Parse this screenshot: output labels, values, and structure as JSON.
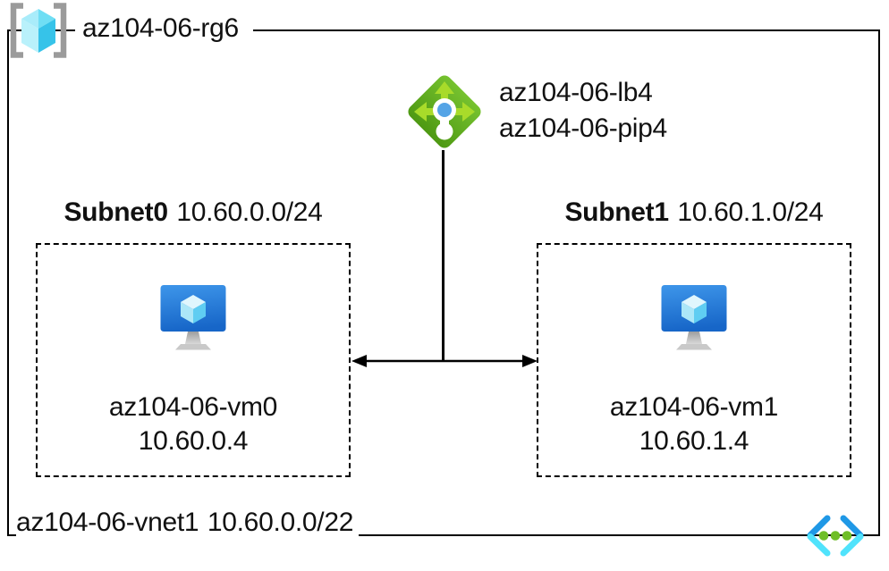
{
  "resource_group": {
    "name": "az104-06-rg6"
  },
  "load_balancer": {
    "name": "az104-06-lb4",
    "public_ip": "az104-06-pip4"
  },
  "subnets": [
    {
      "name": "Subnet0",
      "cidr": "10.60.0.0/24",
      "vm": {
        "name": "az104-06-vm0",
        "ip": "10.60.0.4"
      }
    },
    {
      "name": "Subnet1",
      "cidr": "10.60.1.0/24",
      "vm": {
        "name": "az104-06-vm1",
        "ip": "10.60.1.4"
      }
    }
  ],
  "virtual_network": {
    "name": "az104-06-vnet1",
    "cidr": "10.60.0.0/22"
  },
  "icons": {
    "resource_group": "gray-brackets-with-cyan-cube",
    "load_balancer": "green-diamond-with-arrows-and-blue-dot",
    "virtual_machine": "blue-monitor-with-cube",
    "virtual_network": "blue-cyan-chevrons-with-green-dots"
  },
  "colors": {
    "background": "#ffffff",
    "border_black": "#000000",
    "lb_body_green_top": "#76c22f",
    "lb_body_green_bottom": "#4e9913",
    "lb_arrow_green": "#a8db2a",
    "lb_dot_blue": "#55a4e6",
    "vm_screen_blue_top": "#3e96ea",
    "vm_screen_blue_bottom": "#1766c8",
    "cube_top_cyan": "#e0f6fd",
    "cube_left_cyan": "#ace7f8",
    "cube_right_cyan": "#5fcdf2",
    "rg_cube_cyan": "#6fdef4",
    "rg_bracket_gray": "#9b9b9b",
    "stand_gray": "#b4b4b4",
    "vnet_chevron_blue": "#1f98e6",
    "vnet_chevron_cyan": "#50e3fc",
    "vnet_dot_green": "#6fbe27"
  }
}
